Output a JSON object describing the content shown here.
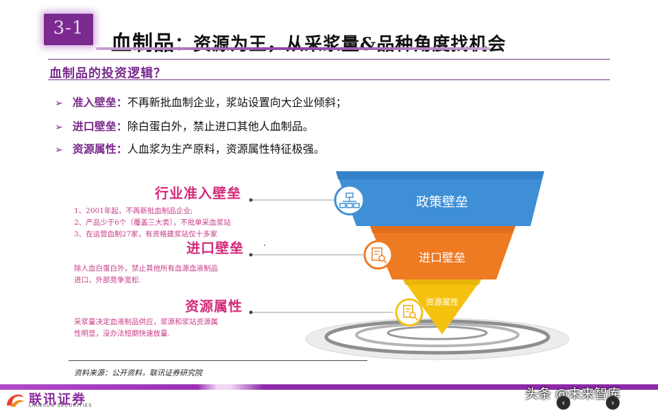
{
  "header": {
    "section_number": "3-1",
    "title_lead": "血制品",
    "title_rest": "：资源为王，从采浆量&品种角度找机会",
    "subtitle": "血制品的投资逻辑？"
  },
  "bullets": [
    {
      "key": "准入壁垒：",
      "text": "不再新批血制企业，浆站设置向大企业倾斜；"
    },
    {
      "key": "进口壁垒：",
      "text": "除白蛋白外，禁止进口其他人血制品。"
    },
    {
      "key": "资源属性：",
      "text": "人血浆为生产原料，资源属性特征极强。"
    }
  ],
  "left_panels": [
    {
      "title": "行业准入壁垒",
      "lines": [
        "1、2001年起，不再新批血制品企业;",
        "2、产品少于6个（覆盖三大类），不批单采血浆站",
        "3、在运营血制27家，有资格建浆站仅十多家"
      ]
    },
    {
      "title": "进口壁垒",
      "lines": [
        "除人血白蛋白外，禁止其他所有血源血液制品",
        "进口，外部竞争宽松."
      ]
    },
    {
      "title": "资源属性",
      "lines": [
        "采浆量决定血液制品供应，浆源和浆站资源属",
        "性明显，没办法短期快速放量."
      ]
    }
  ],
  "funnel": [
    {
      "label": "政策壁垒",
      "color": "#3f8fd6"
    },
    {
      "label": "进口壁垒",
      "color": "#ee7a22"
    },
    {
      "label": "资源属性",
      "color": "#f5c10f"
    }
  ],
  "footer": {
    "source": "资料来源：公开资料，联讯证券研究院",
    "logo_cn": "联讯证券",
    "logo_en": "LIANXUN SECURITIES",
    "watermark": "头条 @未来智库",
    "prev_glyph": "‹",
    "next_glyph": "›"
  },
  "colors": {
    "accent": "#7a2a8c",
    "pink": "#d42a7a"
  }
}
